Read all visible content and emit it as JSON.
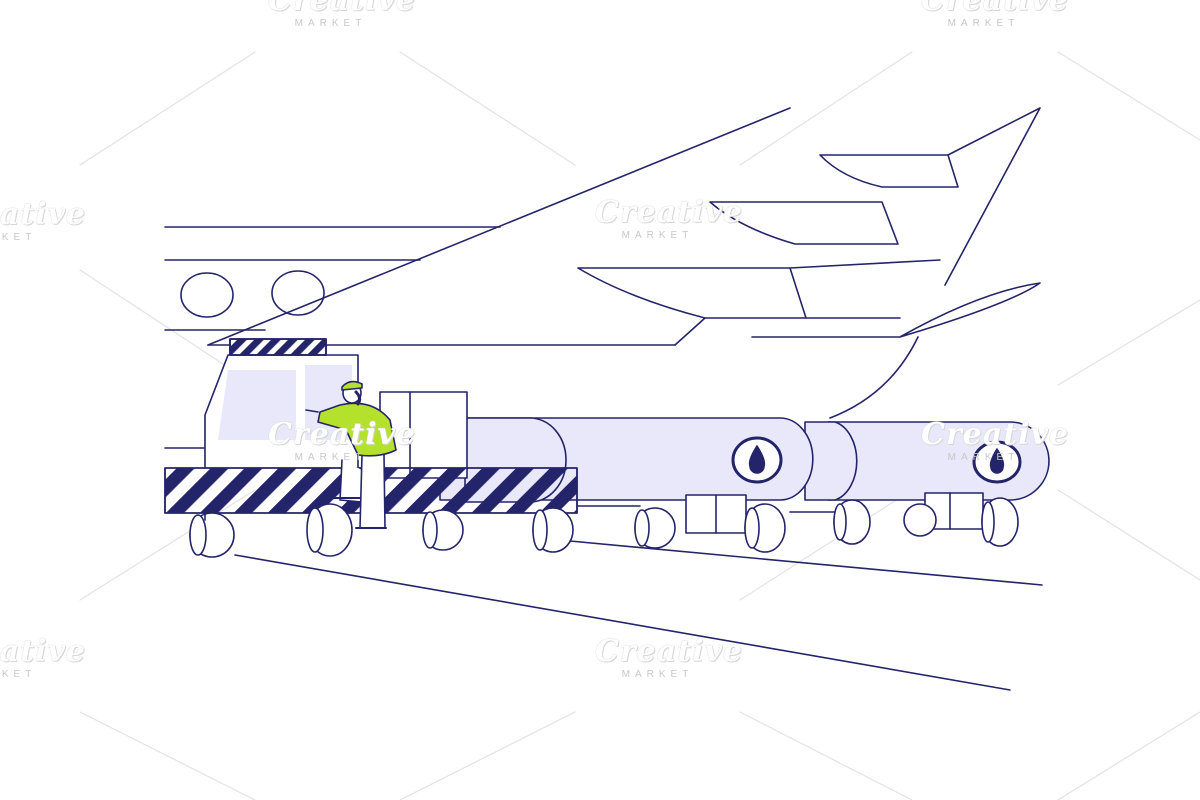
{
  "watermark": {
    "brand": "Creative",
    "market": "MARKET"
  },
  "colors": {
    "outline": "#24246a",
    "fill": "#e8e8fa",
    "accent": "#b4e12b",
    "background": "#ffffff"
  },
  "scene": {
    "subject": "fuel-tanker-truck-refueling-airplane",
    "icons": [
      "fuel-drop-icon",
      "fuel-drop-icon"
    ]
  }
}
